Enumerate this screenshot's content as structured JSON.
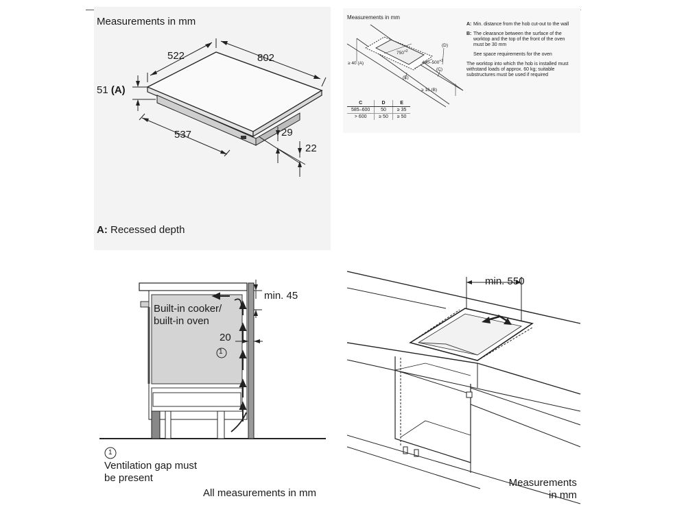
{
  "top_left": {
    "header": "Measurements in mm",
    "dim_width": "522",
    "dim_length": "802",
    "dim_recess": "51",
    "dim_recess_ref": "(A)",
    "dim_depth": "537",
    "dim_29": "29",
    "dim_22": "22",
    "legend_key": "A:",
    "legend_text": "Recessed depth"
  },
  "top_right": {
    "header": "Measurements in mm",
    "dim_750": "750",
    "dim_750_sup": "+2",
    "dim_490": "490–500",
    "dim_490_sup": "+2",
    "lbl_D": "(D)",
    "lbl_C": "(C)",
    "lbl_E": "(E)",
    "lbl_A": "≥ 40 (A)",
    "lbl_B": "≥ 16 (B)",
    "table": {
      "headers": [
        "C",
        "D",
        "E"
      ],
      "rows": [
        [
          "585–600",
          "50",
          "≥ 35"
        ],
        [
          "> 600",
          "≥ 50",
          "≥ 50"
        ]
      ]
    },
    "notes": [
      {
        "key": "A:",
        "text": "Min. distance from the hob cut-out to the wall"
      },
      {
        "key": "B:",
        "text": "The clearance between the surface of the worktop and the top of the front of the oven must be 30 mm"
      },
      {
        "key": "",
        "text": "See space requirements for the oven"
      },
      {
        "key": "",
        "text": "The worktop into which the hob is installed must withstand loads of approx. 60 kg; suitable substructures must be used if required"
      }
    ]
  },
  "bottom_left": {
    "oven_label_1": "Built-in cooker/",
    "oven_label_2": "built-in oven",
    "dim_min45": "min. 45",
    "dim_20": "20",
    "marker": "1",
    "legend_marker": "1",
    "legend_line1": "Ventilation gap must",
    "legend_line2": "be present",
    "footer": "All measurements in mm"
  },
  "bottom_right": {
    "dim_min550": "min. 550",
    "footer_line1": "Measurements",
    "footer_line2": "in mm"
  }
}
